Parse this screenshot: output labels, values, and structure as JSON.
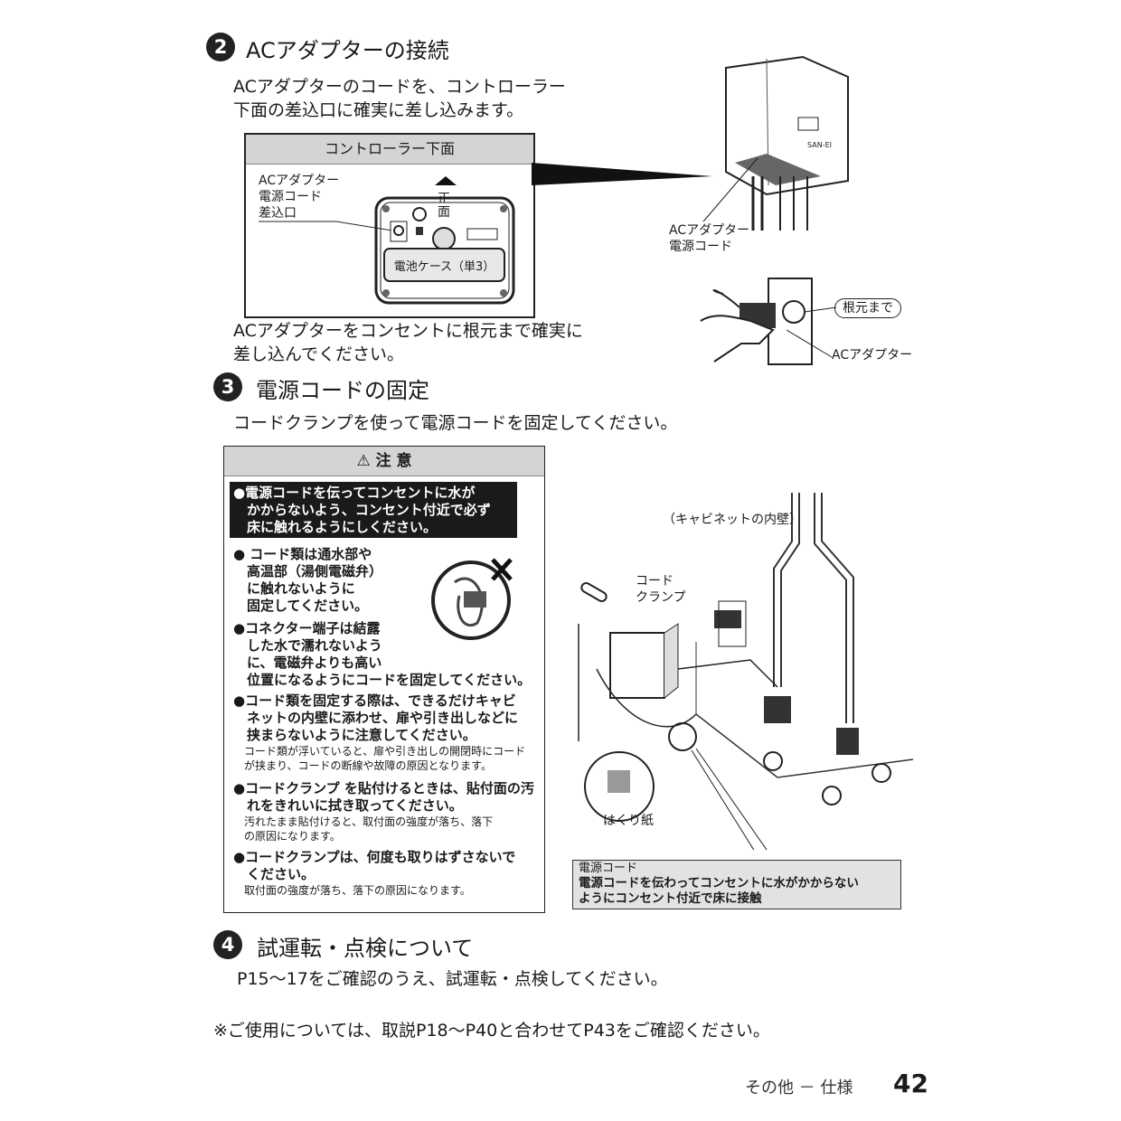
{
  "section2": {
    "number": "2",
    "title": "ACアダプターの接続",
    "text_lines": [
      "ACアダプターのコードを、コントローラー",
      "下面の差込口に確実に差し込みます。"
    ],
    "controller_box": {
      "header": "コントローラー下面",
      "label_lines": [
        "ACアダプター",
        "電源コード",
        "差込口"
      ],
      "front_label": [
        "正",
        "面"
      ],
      "battery_case": "電池ケース（単3）"
    },
    "controller_callout": [
      "ACアダプター",
      "電源コード"
    ],
    "plug_callouts": {
      "root": "根元まで",
      "adapter": "ACアダプター"
    },
    "after_lines": [
      "ACアダプターをコンセントに根元まで確実に",
      "差し込んでください。"
    ]
  },
  "section3": {
    "number": "3",
    "title": "電源コードの固定",
    "text": "コードクランプを使って電源コードを固定してください。",
    "caution": {
      "header": "注 意",
      "highlight_lines": [
        "●電源コードを伝ってコンセントに水が",
        "　かからないよう、コンセント付近で必ず",
        "　床に触れるようにしください。"
      ],
      "items": [
        {
          "lines": [
            "● コード類は通水部や",
            "　高温部（湯側電磁弁）",
            "　に触れないように",
            "　固定してください。"
          ],
          "sub": []
        },
        {
          "lines": [
            "●コネクター端子は結露",
            "　した水で濡れないよう",
            "　に、電磁弁よりも高い",
            "　位置になるようにコードを固定してください。"
          ],
          "sub": []
        },
        {
          "lines": [
            "●コード類を固定する際は、できるだけキャビ",
            "　ネットの内壁に添わせ、扉や引き出しなどに",
            "　挟まらないように注意してください。"
          ],
          "sub": [
            "　コード類が浮いていると、扉や引き出しの開閉時にコード",
            "　が挟まり、コードの断線や故障の原因となります。"
          ]
        },
        {
          "lines": [
            "●コードクランプ を貼付けるときは、貼付面の汚",
            "　れをきれいに拭き取ってください。"
          ],
          "sub": [
            "　汚れたまま貼付けると、取付面の強度が落ち、落下",
            "　の原因になります。"
          ]
        },
        {
          "lines": [
            "●コードクランプは、何度も取りはずさないで",
            "　ください。"
          ],
          "sub": [
            "　取付面の強度が落ち、落下の原因になります。"
          ]
        }
      ]
    },
    "diagram": {
      "cabinet_wall": "（キャビネットの内壁）",
      "clamp": [
        "コード",
        "クランプ"
      ],
      "release_paper": "はくり紙",
      "note_title": "電源コード",
      "note_lines": [
        "電源コードを伝わってコンセントに水がかからない",
        "ようにコンセント付近で床に接触"
      ]
    }
  },
  "section4": {
    "number": "4",
    "title": "試運転・点検について",
    "text": "P15～17をご確認のうえ、試運転・点検してください。"
  },
  "footnote": "※ご使用については、取説P18～P40と合わせてP43をご確認ください。",
  "footer": {
    "section": "その他 － 仕様",
    "page": "42"
  }
}
